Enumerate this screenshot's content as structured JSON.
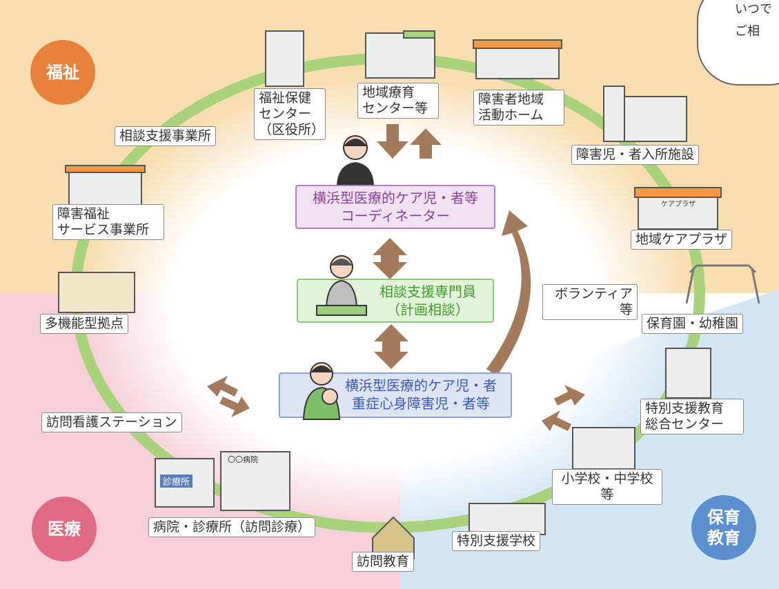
{
  "region_labels": {
    "welfare": "福祉",
    "medical": "医療",
    "childcare_education": [
      "保育",
      "教育"
    ]
  },
  "center": {
    "coordinator": [
      "横浜型医療的ケア児・者等",
      "コーディネーター"
    ],
    "consultant": [
      "相談支援専門員",
      "（計画相談）"
    ],
    "target": [
      "横浜型医療的ケア児・者",
      "重症心身障害児・者等"
    ]
  },
  "facilities": {
    "soudan_shien": "相談支援事業所",
    "fukushi_hoken": [
      "福祉保健",
      "センター",
      "（区役所）"
    ],
    "chiiki_ryoiku": [
      "地域療育",
      "センター等"
    ],
    "chiiki_katsudo": [
      "障害者地域",
      "活動ホーム"
    ],
    "nyusho_shisetsu": "障害児・者入所施設",
    "care_plaza": "地域ケアプラザ",
    "volunteer": [
      "ボランティア",
      "等"
    ],
    "hoikuen": "保育園・幼稚園",
    "tokubetsu_center": [
      "特別支援教育",
      "総合センター"
    ],
    "school": [
      "小学校・中学校",
      "等"
    ],
    "tokubetsu_gakko": "特別支援学校",
    "homon_kyoiku": "訪問教育",
    "hospital": "病院・診療所（訪問診療）",
    "homon_kango": "訪問看護ステーション",
    "takino": "多機能型拠点",
    "service_jigyosho": [
      "障害福祉",
      "サービス事業所"
    ]
  },
  "speech_bubble": [
    "いつで",
    "ご相"
  ],
  "sign_text": {
    "clinic": "診療所",
    "hospital": "〇〇病院",
    "care_plaza": "ケアプラザ"
  },
  "colors": {
    "welfare_bg": "#f8ddb0",
    "medical_bg": "#f7cfd8",
    "education_bg": "#d2e6f4",
    "ring": "#a9d37a",
    "arrow": "#a47b5a",
    "welfare_circle": "#e8823a",
    "medical_circle": "#e06a84",
    "education_circle": "#5b8fd0",
    "coordinator_bg": "#f1e1f2",
    "coordinator_border": "#b37bc2",
    "coordinator_text": "#8a3f9e",
    "consultant_bg": "#e2f4d8",
    "consultant_border": "#8fc77a",
    "consultant_text": "#3e9a2c",
    "target_bg": "#dde4f6",
    "target_border": "#8b9ed6",
    "target_text": "#3a5ab0"
  }
}
